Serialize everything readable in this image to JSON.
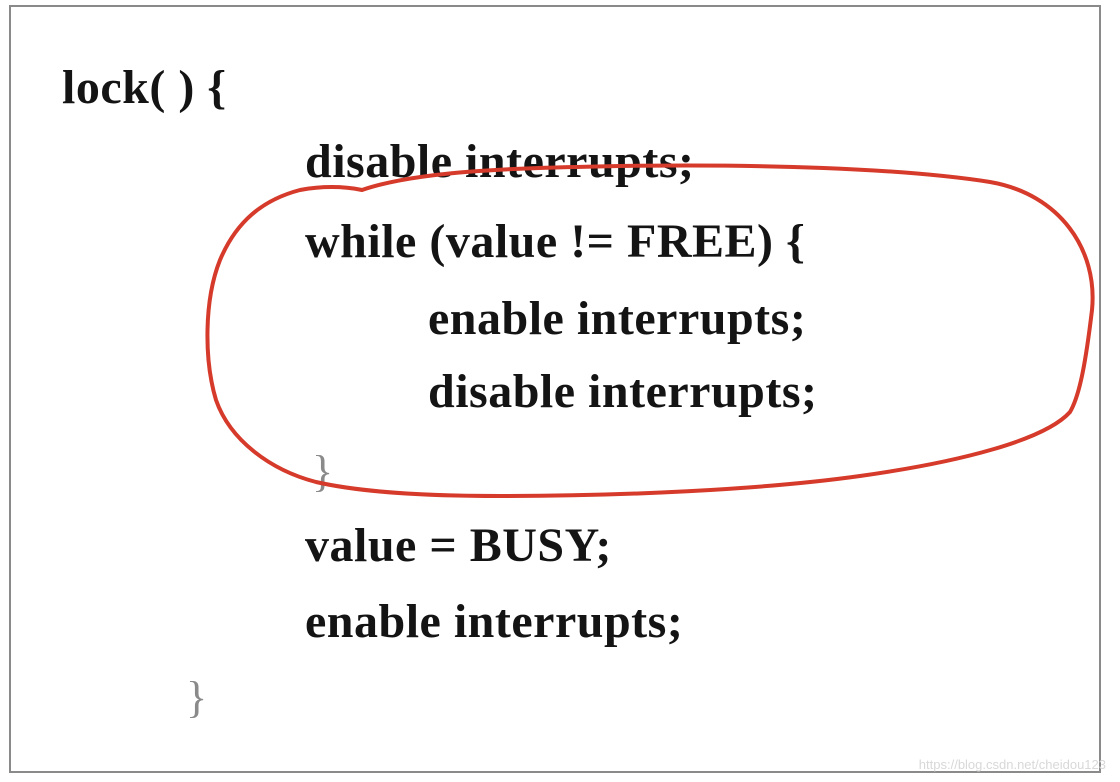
{
  "code": {
    "lock_signature": "lock( ) {",
    "line_disable_1": "disable interrupts;",
    "line_while": "while (value != FREE) {",
    "line_enable_inner": "enable interrupts;",
    "line_disable_inner": "disable interrupts;",
    "line_close_while": "}",
    "line_value_busy": "value = BUSY;",
    "line_enable_final": "enable interrupts;",
    "line_close_lock": "}"
  },
  "annotation": {
    "color": "#d63a2a",
    "shape": "freehand-circle"
  },
  "watermark": "https://blog.csdn.net/cheidou123"
}
